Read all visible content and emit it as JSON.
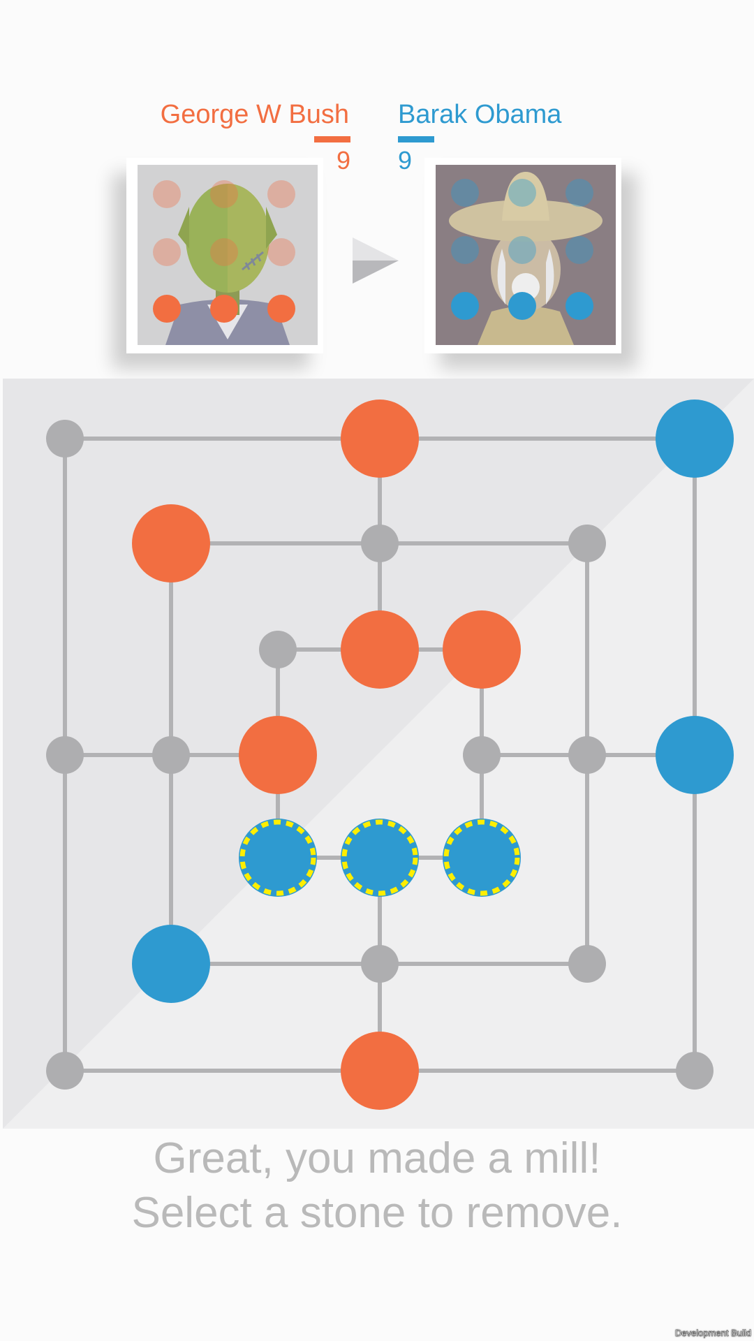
{
  "players": [
    {
      "name": "George W Bush",
      "score": "9",
      "color": "#f26e41",
      "avatar": "zombie-avatar-icon",
      "side": "left"
    },
    {
      "name": "Barak Obama",
      "score": "9",
      "color": "#2e9ad0",
      "avatar": "sombrero-man-avatar-icon",
      "side": "right"
    }
  ],
  "turn_indicator": "play-arrow-icon",
  "colors": {
    "orange": "#f26e41",
    "blue": "#2e9ad0",
    "node": "#aeaeb0",
    "line": "#b2b2b4",
    "highlight": "#ffee00",
    "board_light": "#efeff0",
    "board_dark": "#e6e6e8"
  },
  "board": {
    "stones": [
      {
        "point": "outer-top-middle",
        "owner": "orange",
        "mill": false
      },
      {
        "point": "outer-top-right",
        "owner": "blue",
        "mill": false
      },
      {
        "point": "middle-top-left",
        "owner": "orange",
        "mill": false
      },
      {
        "point": "inner-top-middle",
        "owner": "orange",
        "mill": false
      },
      {
        "point": "inner-top-right",
        "owner": "orange",
        "mill": false
      },
      {
        "point": "inner-middle-left",
        "owner": "orange",
        "mill": false
      },
      {
        "point": "outer-middle-right",
        "owner": "blue",
        "mill": false
      },
      {
        "point": "inner-bottom-left",
        "owner": "blue",
        "mill": true
      },
      {
        "point": "inner-bottom-middle",
        "owner": "blue",
        "mill": true
      },
      {
        "point": "inner-bottom-right",
        "owner": "blue",
        "mill": true
      },
      {
        "point": "middle-bottom-left",
        "owner": "blue",
        "mill": false
      },
      {
        "point": "outer-bottom-middle",
        "owner": "orange",
        "mill": false
      }
    ]
  },
  "message": {
    "line1": "Great, you made a mill!",
    "line2": "Select a stone to remove."
  },
  "dev_build_label": "Development Build"
}
